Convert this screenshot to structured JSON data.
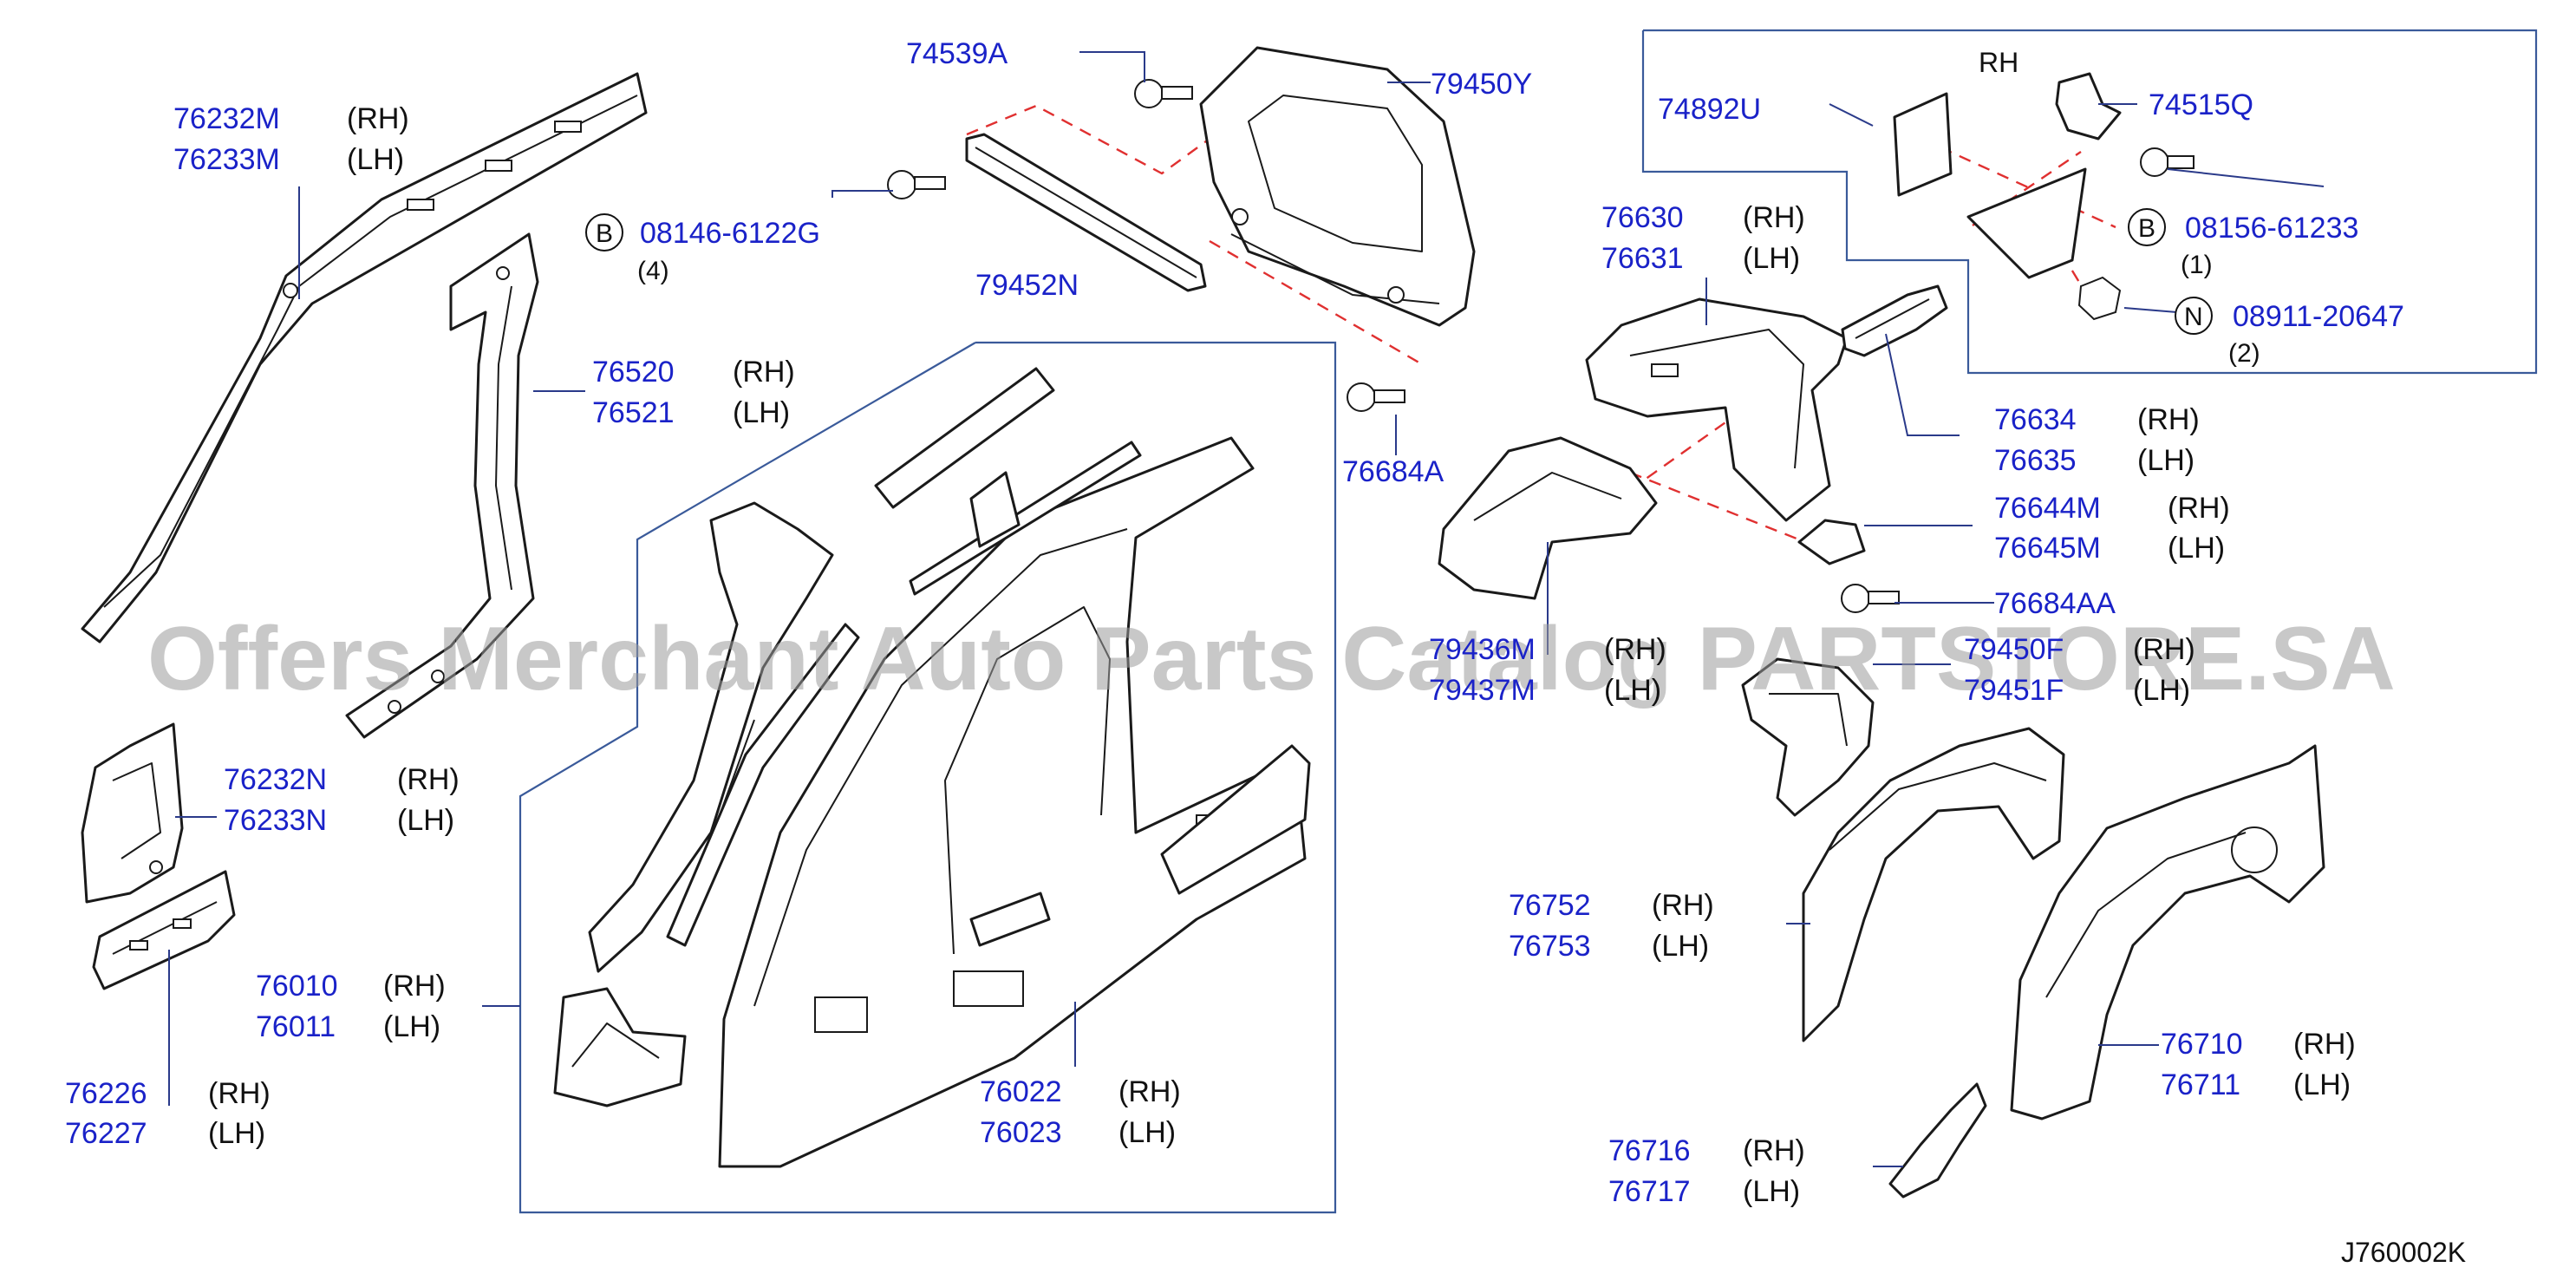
{
  "labels": {
    "p76232M": "76232M",
    "p76233M": "76233M",
    "p76520": "76520",
    "p76521": "76521",
    "p76232N": "76232N",
    "p76233N": "76233N",
    "p76010": "76010",
    "p76011": "76011",
    "p76226": "76226",
    "p76227": "76227",
    "p74539A": "74539A",
    "p79450Y": "79450Y",
    "p08146": "08146-6122G",
    "q08146": "(4)",
    "p79452N": "79452N",
    "p76684A": "76684A",
    "p76022": "76022",
    "p76023": "76023",
    "p74892U": "74892U",
    "p74515Q": "74515Q",
    "p08156": "08156-61233",
    "q08156": "(1)",
    "p08911": "08911-20647",
    "q08911": "(2)",
    "p76630": "76630",
    "p76631": "76631",
    "p76634": "76634",
    "p76635": "76635",
    "p76644M": "76644M",
    "p76645M": "76645M",
    "p76684AA": "76684AA",
    "p79436M": "79436M",
    "p79437M": "79437M",
    "p79450F": "79450F",
    "p79451F": "79451F",
    "p76752": "76752",
    "p76753": "76753",
    "p76710": "76710",
    "p76711": "76711",
    "p76716": "76716",
    "p76717": "76717"
  },
  "sides": {
    "rh": "(RH)",
    "lh": "(LH)"
  },
  "box_rh_label": "RH",
  "circles": {
    "b": "B",
    "n": "N"
  },
  "reference_code": "J760002K",
  "watermark": "Offers Merchant Auto Parts Catalog PARTSTORE.SA",
  "colors": {
    "part_number": "#1a22c8",
    "dash_line": "#e03030",
    "frame": "#3a5a9a"
  }
}
